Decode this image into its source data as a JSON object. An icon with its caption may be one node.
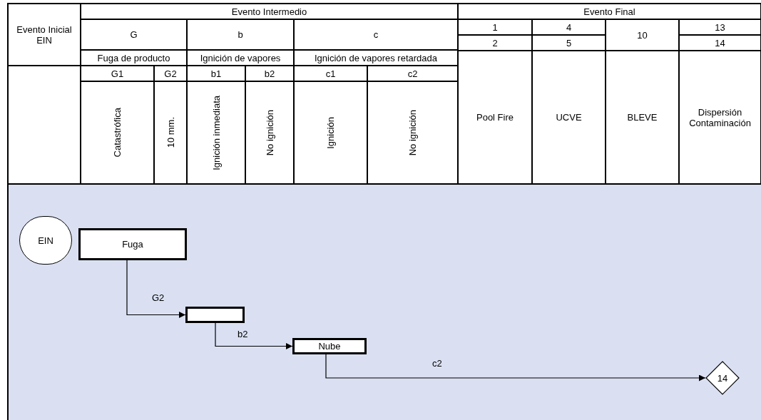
{
  "diagram": {
    "nodes": [
      {
        "text": [
          "EIN"
        ]
      },
      {
        "text": [
          "Fuga"
        ]
      },
      {
        "text": [],
        "shape": "box"
      },
      {
        "text": [
          "Nube"
        ]
      },
      {
        "text": [
          "14"
        ]
      }
    ],
    "edges": [
      {
        "from": 1,
        "to": 2,
        "arrow": "to",
        "label": "G2"
      },
      {
        "from": 2,
        "to": 3,
        "arrow": "to",
        "label": "b2"
      },
      {
        "from": 3,
        "to": 4,
        "arrow": "to",
        "label": "c2"
      }
    ],
    "labels": [
      "Evento Inicial EIN",
      "Evento Intermedio",
      "Evento Final",
      "G",
      "b",
      "c",
      "1",
      "4",
      "10",
      "13",
      "2",
      "5",
      "14",
      "Fuga de producto",
      "Ignición de vapores",
      "Ignición de vapores retardada",
      "Pool Fire",
      "UCVE",
      "BLEVE",
      "Dispersión Contaminación",
      "G1",
      "G2",
      "b1",
      "b2",
      "c1",
      "c2",
      "Catastrófica",
      "10 mm.",
      "Ignición inmediata",
      "No ignición",
      "Ignición",
      "No ignición"
    ]
  }
}
